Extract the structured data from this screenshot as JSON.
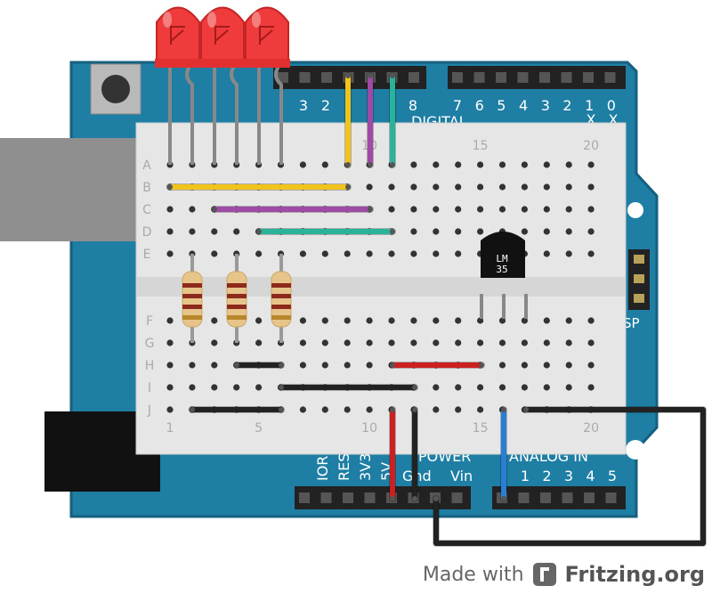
{
  "breadboard": {
    "row_labels_top": [
      "A",
      "B",
      "C",
      "D",
      "E"
    ],
    "row_labels_bottom": [
      "F",
      "G",
      "H",
      "I",
      "J"
    ],
    "column_numbers_top": [
      "10",
      "15",
      "20"
    ],
    "column_numbers_bottom": [
      "1",
      "5",
      "10",
      "15",
      "20"
    ]
  },
  "arduino": {
    "digital_pins_right": [
      "7",
      "6",
      "5",
      "4",
      "3",
      "2",
      "1",
      "0"
    ],
    "digital_pins_left": [
      "3",
      "2",
      "8"
    ],
    "digital_label": "DIGITAL",
    "tx_rx": [
      "X",
      "X"
    ],
    "power_labels": [
      "IOR",
      "RES",
      "3V3",
      "5V",
      "Gnd",
      "Vin"
    ],
    "power_header_label": "POWER",
    "analog_label": "ANALOG IN",
    "analog_pins": [
      "1",
      "2",
      "3",
      "4",
      "5"
    ],
    "icsp_label": "SP"
  },
  "sensor": {
    "line1": "LM",
    "line2": "35"
  },
  "footer": {
    "made_with": "Made with",
    "brand": "Fritzing.org"
  },
  "colors": {
    "board_blue": "#1e7ea3",
    "board_dark": "#15607f",
    "breadboard": "#e6e6e6",
    "wire_yellow": "#f0c41c",
    "wire_purple": "#a04aa8",
    "wire_teal": "#2bb39a",
    "wire_red": "#cc1f1f",
    "wire_black": "#222222",
    "wire_blue": "#2a7fd4",
    "led_red": "#ef3b3b"
  }
}
